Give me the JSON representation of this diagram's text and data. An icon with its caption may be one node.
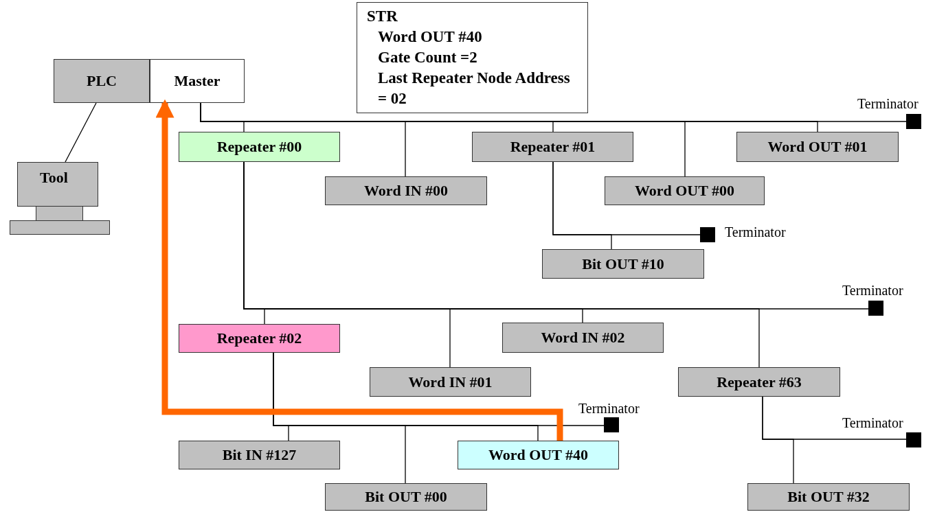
{
  "diagram": {
    "nodes": [
      {
        "text": [
          "PLC"
        ]
      },
      {
        "text": [
          "Master"
        ]
      },
      {
        "text": [
          "Tool"
        ]
      },
      {
        "text": [
          "STR",
          "Word OUT #40",
          "Gate Count =2",
          "Last Repeater Node Address = 02"
        ]
      },
      {
        "text": [
          "Repeater #00"
        ]
      },
      {
        "text": [
          "Repeater #01"
        ]
      },
      {
        "text": [
          "Word OUT #01"
        ]
      },
      {
        "text": [
          "Word IN #00"
        ]
      },
      {
        "text": [
          "Word OUT #00"
        ]
      },
      {
        "text": [],
        "shape": "box",
        "beside": [
          "Terminator"
        ]
      },
      {
        "text": [
          "Bit OUT #10"
        ]
      },
      {
        "text": [],
        "shape": "box",
        "beside": [
          "Terminator"
        ]
      },
      {
        "text": [
          "Repeater #02"
        ]
      },
      {
        "text": [
          "Word IN #02"
        ]
      },
      {
        "text": [
          "Word IN #01"
        ]
      },
      {
        "text": [],
        "shape": "box",
        "beside": [
          "Terminator"
        ]
      },
      {
        "text": [
          "Repeater #63"
        ]
      },
      {
        "text": [
          "Bit IN #127"
        ]
      },
      {
        "text": [
          "Word OUT #40"
        ]
      },
      {
        "text": [],
        "shape": "box",
        "beside": [
          "Terminator"
        ]
      },
      {
        "text": [],
        "shape": "box",
        "beside": [
          "Terminator"
        ]
      },
      {
        "text": [
          "Bit OUT #00"
        ]
      },
      {
        "text": [
          "Bit OUT #32"
        ]
      }
    ],
    "edges": [
      {
        "from": 0,
        "to": 2,
        "arrow": "none"
      },
      {
        "from": 1,
        "to": 4,
        "arrow": "none"
      },
      {
        "from": 1,
        "to": 7,
        "arrow": "none"
      },
      {
        "from": 1,
        "to": 5,
        "arrow": "none"
      },
      {
        "from": 1,
        "to": 8,
        "arrow": "none"
      },
      {
        "from": 1,
        "to": 6,
        "arrow": "none"
      },
      {
        "from": 1,
        "to": 9,
        "arrow": "none"
      },
      {
        "from": 5,
        "to": 10,
        "arrow": "none"
      },
      {
        "from": 5,
        "to": 11,
        "arrow": "none"
      },
      {
        "from": 4,
        "to": 12,
        "arrow": "none"
      },
      {
        "from": 4,
        "to": 14,
        "arrow": "none"
      },
      {
        "from": 4,
        "to": 13,
        "arrow": "none"
      },
      {
        "from": 4,
        "to": 16,
        "arrow": "none"
      },
      {
        "from": 4,
        "to": 15,
        "arrow": "none"
      },
      {
        "from": 12,
        "to": 17,
        "arrow": "none"
      },
      {
        "from": 12,
        "to": 21,
        "arrow": "none"
      },
      {
        "from": 12,
        "to": 18,
        "arrow": "none"
      },
      {
        "from": 12,
        "to": 19,
        "arrow": "none"
      },
      {
        "from": 16,
        "to": 22,
        "arrow": "none"
      },
      {
        "from": 16,
        "to": 20,
        "arrow": "none"
      },
      {
        "from": 18,
        "to": 1,
        "arrow": "to",
        "style": "thick",
        "color": "#ff6600"
      }
    ]
  }
}
